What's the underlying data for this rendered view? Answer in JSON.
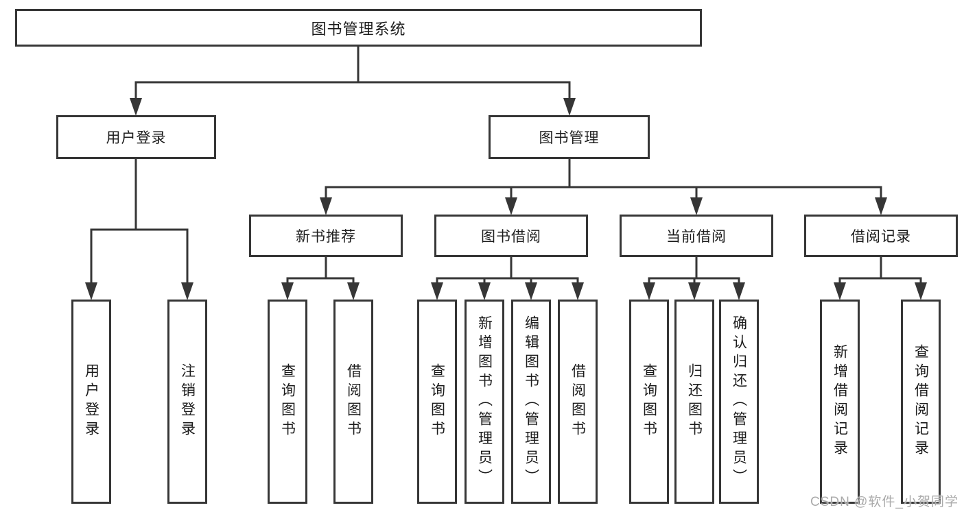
{
  "tree": {
    "label": "图书管理系统",
    "children": [
      {
        "label": "用户登录",
        "children": [
          {
            "label": "用户登录"
          },
          {
            "label": "注销登录"
          }
        ]
      },
      {
        "label": "图书管理",
        "children": [
          {
            "label": "新书推荐",
            "children": [
              {
                "label": "查询图书"
              },
              {
                "label": "借阅图书"
              }
            ]
          },
          {
            "label": "图书借阅",
            "children": [
              {
                "label": "查询图书"
              },
              {
                "label": "新增图书（管理员）"
              },
              {
                "label": "编辑图书（管理员）"
              },
              {
                "label": "借阅图书"
              }
            ]
          },
          {
            "label": "当前借阅",
            "children": [
              {
                "label": "查询图书"
              },
              {
                "label": "归还图书"
              },
              {
                "label": "确认归还（管理员）"
              }
            ]
          },
          {
            "label": "借阅记录",
            "children": [
              {
                "label": "新增借阅记录"
              },
              {
                "label": "查询借阅记录"
              }
            ]
          }
        ]
      }
    ]
  },
  "watermark": "CSDN @软件_小贺同学",
  "colors": {
    "line": "#363636",
    "background": "#ffffff",
    "watermark": "#ababab"
  }
}
